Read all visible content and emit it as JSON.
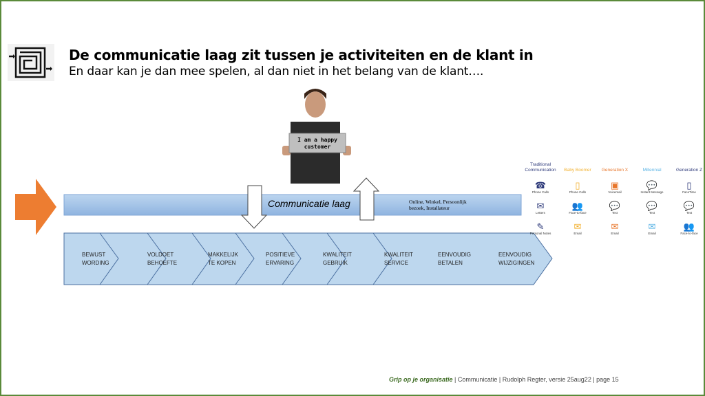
{
  "header": {
    "title": "De communicatie laag zit tussen je activiteiten en de klant in",
    "subtitle": "En daar kan je dan mee spelen, al dan niet in het belang van de klant…."
  },
  "customer_sign": [
    "I am a happy",
    "customer"
  ],
  "layer": {
    "label": "Communicatie laag",
    "channels_line1": "Online, Winkel, Persoonlijk",
    "channels_line2": "bezoek, Installateur"
  },
  "steps": [
    [
      "BEWUST",
      "WORDING"
    ],
    [
      "VOLDOET",
      "BEHOEFTE"
    ],
    [
      "MAKKELIJK",
      "TE KOPEN"
    ],
    [
      "POSITIEVE",
      "ERVARING"
    ],
    [
      "KWALITEIT",
      "GEBRUIK"
    ],
    [
      "KWALITEIT",
      "SERVICE"
    ],
    [
      "EENVOUDIG",
      "BETALEN"
    ],
    [
      "EENVOUDIG",
      "WIJZIGINGEN"
    ]
  ],
  "generations": [
    {
      "name": "Traditional Communication",
      "color": "#2e3a7a",
      "items": [
        {
          "icon": "telephone",
          "label": "Phone Calls"
        },
        {
          "icon": "envelope",
          "label": "Letters"
        },
        {
          "icon": "note",
          "label": "Personal Notes"
        }
      ]
    },
    {
      "name": "Baby Boomer",
      "color": "#f2b02e",
      "items": [
        {
          "icon": "mobile",
          "label": "Phone Calls"
        },
        {
          "icon": "faces",
          "label": "Face-to-face"
        },
        {
          "icon": "email",
          "label": "Email"
        }
      ]
    },
    {
      "name": "Generation X",
      "color": "#e8762b",
      "items": [
        {
          "icon": "voicemail",
          "label": "Voicemail"
        },
        {
          "icon": "chat",
          "label": "Text"
        },
        {
          "icon": "email",
          "label": "Email"
        }
      ]
    },
    {
      "name": "Millennial",
      "color": "#5bb4e5",
      "items": [
        {
          "icon": "messages",
          "label": "Instant Message"
        },
        {
          "icon": "chat",
          "label": "Text"
        },
        {
          "icon": "email",
          "label": "Email"
        }
      ]
    },
    {
      "name": "Generation Z",
      "color": "#2e3a7a",
      "items": [
        {
          "icon": "mobile",
          "label": "FaceTime"
        },
        {
          "icon": "chat",
          "label": "Text"
        },
        {
          "icon": "faces",
          "label": "Face-to-face"
        }
      ]
    }
  ],
  "footer": {
    "brand": "Grip op je organisatie",
    "rest": " | Communicatie | Rudolph Regter,  versie 25aug22 | page 15"
  },
  "colors": {
    "border": "#5a8a3a",
    "arrow": "#ed7d31",
    "band": "#a9c8ea",
    "chevron": "#bdd7ee"
  }
}
